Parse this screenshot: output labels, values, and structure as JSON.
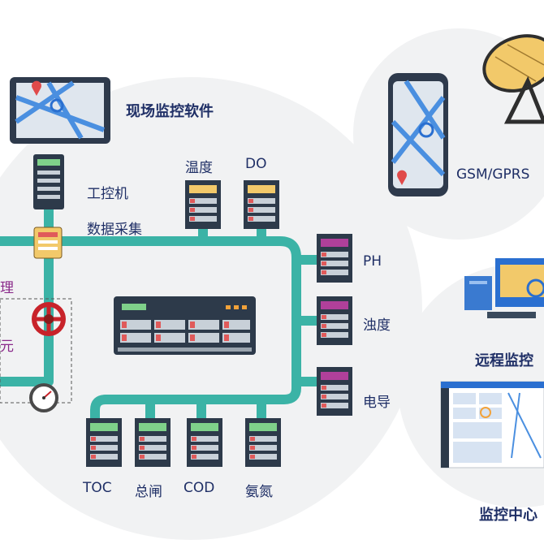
{
  "labels": {
    "site_software": "现场监控软件",
    "ipc": "工控机",
    "data_collection": "数据采集",
    "temperature": "温度",
    "do": "DO",
    "ph": "PH",
    "turbidity": "浊度",
    "conductivity": "电导",
    "toc": "TOC",
    "total_valve": "总闸",
    "cod": "COD",
    "ammonia": "氨氮",
    "gsm_gprs": "GSM/GPRS",
    "remote_monitor": "远程监控",
    "monitor_center": "监控中心",
    "partial_left_top": "理",
    "partial_left_mid": "元"
  },
  "colors": {
    "pipe": "#3bb3a6",
    "circle_bg": "#f1f2f3",
    "label_text": "#1f2f66",
    "valve_red": "#c8232a",
    "device_body": "#2d3a4a",
    "screen_green": "#7fd18a"
  },
  "icons": [
    "tablet-map-icon",
    "phone-map-icon",
    "satellite-dish-icon",
    "desktop-computer-icon",
    "dashboard-screen-icon",
    "valve-icon",
    "gauge-icon",
    "sensor-device-icon",
    "controller-rack-icon"
  ]
}
